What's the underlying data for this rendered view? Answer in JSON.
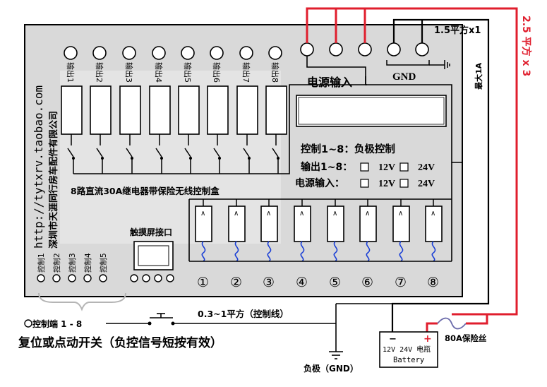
{
  "colors": {
    "board": "#d9d9d9",
    "wire": "#000000",
    "positive_wire": "#e01e2d",
    "coil_wire": "#1a3fd6",
    "fuse_wire": "#6a6aaa"
  },
  "company": {
    "name": "深圳市天涯同行房车配件有限公司",
    "url": "http://tytxrv.taobao.com"
  },
  "outputs": {
    "labels": [
      "输出1",
      "输出2",
      "输出3",
      "输出4",
      "输出5",
      "输出6",
      "输出7",
      "输出8"
    ]
  },
  "power_input_title": "电源输入",
  "gnd_label": "GND",
  "wire_notes": {
    "gnd_wire": "1.5平方x1",
    "max_current": "最大1A",
    "positive_wire": "2.5 平方 x 3",
    "control_wire": "0.3~1平方（控制线）"
  },
  "spec": {
    "control_line": "控制1~8：负极控制",
    "output_line_prefix": "输出1~8：",
    "power_line_prefix": "电源输入：",
    "option_12v": "12V",
    "option_24v": "24V"
  },
  "box_title": "8路直流30A继电器带保险无线控制盒",
  "touch_port_label": "触摸屏接口",
  "control_inputs": {
    "labels": [
      "控制1",
      "控制2",
      "控制3",
      "控制4",
      "控制5"
    ]
  },
  "fuse_numbers": [
    "①",
    "②",
    "③",
    "④",
    "⑤",
    "⑥",
    "⑦",
    "⑧"
  ],
  "control_terminal_label": "控制端 1 - 8",
  "switch_caption": "复位或点动开关（负控信号短按有效）",
  "ground_label": "负极（GND）",
  "fuse_label": "80A保险丝",
  "battery": {
    "minus": "−",
    "plus": "+",
    "text_line1": "12V 24V 电瓶",
    "text_line2": "Battery"
  }
}
